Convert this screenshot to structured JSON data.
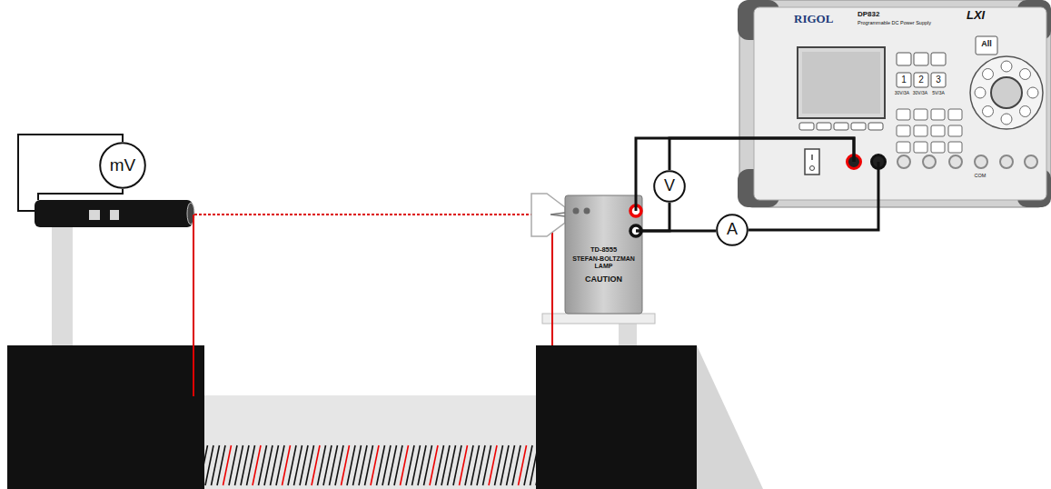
{
  "diagram": {
    "nodes": [
      {
        "text": [
          "mV"
        ]
      },
      {
        "text": [
          "V"
        ]
      },
      {
        "text": [
          "A"
        ]
      },
      {
        "text": [
          "TD-8555",
          "STEFAN-BOLTZMAN LAMP",
          "CAUTION"
        ]
      },
      {
        "text": [
          "RIGOL",
          "DP832",
          "Programmable DC Power Supply",
          "LXI",
          "All",
          "1",
          "2",
          "3",
          "30V/3A",
          "30V/3A",
          "5V/3A",
          "COM"
        ]
      }
    ],
    "edges": [
      {
        "from": 3,
        "to": 4,
        "arrow": "none"
      },
      {
        "from": 3,
        "to": 2,
        "arrow": "none"
      },
      {
        "from": 2,
        "to": 4,
        "arrow": "none"
      },
      {
        "from": 1,
        "to": 4,
        "arrow": "none"
      },
      {
        "from": 1,
        "to": 3,
        "arrow": "none"
      }
    ]
  }
}
